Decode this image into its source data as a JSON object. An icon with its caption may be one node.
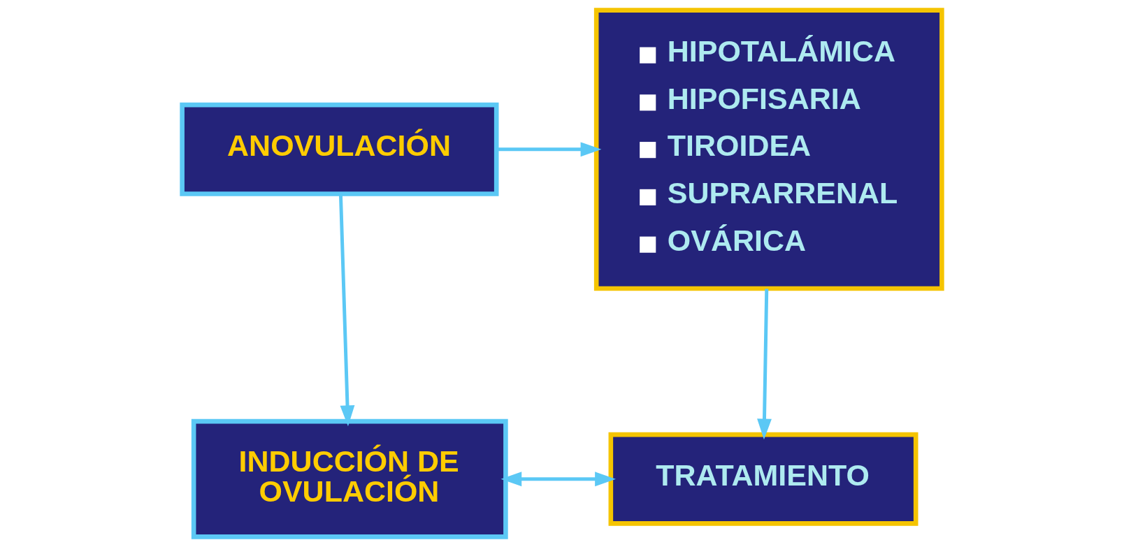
{
  "diagram": {
    "nodes": [
      {
        "text": [
          "ANOVULACIÓN"
        ]
      },
      {
        "text": [
          "HIPOTALÁMICA",
          "HIPOFISARIA",
          "TIROIDEA",
          "SUPRARRENAL",
          "OVÁRICA"
        ]
      },
      {
        "text": [
          "INDUCCIÓN DE OVULACIÓN"
        ]
      },
      {
        "text": [
          "TRATAMIENTO"
        ]
      }
    ],
    "edges": [
      {
        "from": 0,
        "to": 1,
        "arrow": "to"
      },
      {
        "from": 0,
        "to": 2,
        "arrow": "to"
      },
      {
        "from": 1,
        "to": 3,
        "arrow": "to"
      },
      {
        "from": 2,
        "to": 3,
        "arrow": "both"
      }
    ]
  }
}
